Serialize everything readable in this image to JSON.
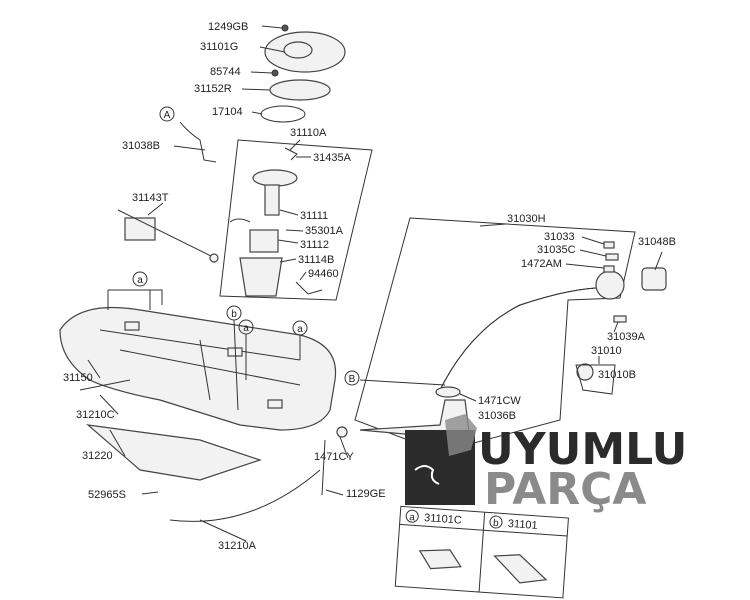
{
  "diagram": {
    "part_labels": {
      "p1249GB": "1249GB",
      "p31101G": "31101G",
      "p85744": "85744",
      "p31152R": "31152R",
      "p17104": "17104",
      "p31110A": "31110A",
      "p31038B": "31038B",
      "p31435A": "31435A",
      "p31143T": "31143T",
      "p31111": "31111",
      "p35301A": "35301A",
      "p31112": "31112",
      "p31114B": "31114B",
      "p94460": "94460",
      "p31030H": "31030H",
      "p31033": "31033",
      "p31035C": "31035C",
      "p1472AM": "1472AM",
      "p31048B": "31048B",
      "p31039A": "31039A",
      "p31010": "31010",
      "p31010B": "31010B",
      "p1471CW": "1471CW",
      "p31036B": "31036B",
      "p31150": "31150",
      "p31210C": "31210C",
      "p31220": "31220",
      "p1471CY": "1471CY",
      "p52965S": "52965S",
      "p1129GE": "1129GE",
      "p31210A": "31210A"
    },
    "callouts": {
      "A": "A",
      "B": "B",
      "a": "a",
      "b": "b"
    },
    "legend": {
      "a_marker": "a",
      "a_part": "31101C",
      "b_marker": "b",
      "b_part": "31101"
    }
  },
  "watermark": {
    "line1": "UYUMLU",
    "line2": "PARÇA",
    "colors": {
      "dark": "#2b2b2b",
      "grey": "#8a8a8a"
    }
  }
}
